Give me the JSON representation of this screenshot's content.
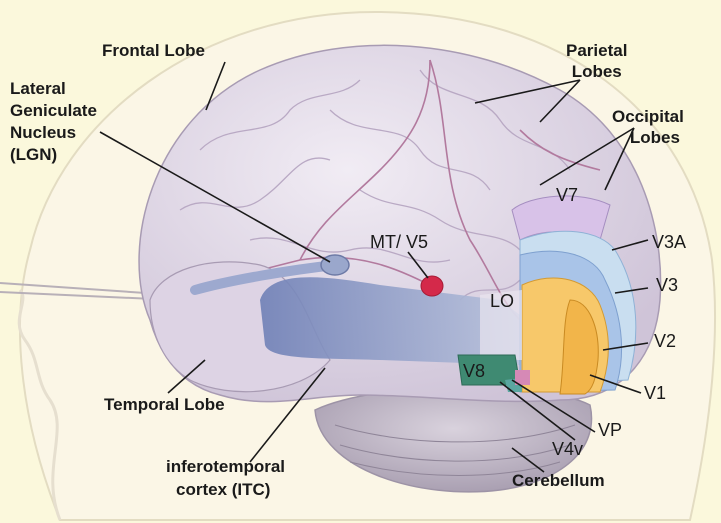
{
  "labels": {
    "frontal_lobe": "Frontal Lobe",
    "lgn_line1": "Lateral",
    "lgn_line2": "Geniculate",
    "lgn_line3": "Nucleus",
    "lgn_line4": "(LGN)",
    "parietal_line1": "Parietal",
    "parietal_line2": "Lobes",
    "occipital_line1": "Occipital",
    "occipital_line2": "Lobes",
    "mt_v5": "MT/ V5",
    "v7": "V7",
    "v3a": "V3A",
    "v3": "V3",
    "lo": "LO",
    "v2": "V2",
    "v8": "V8",
    "v1": "V1",
    "vp": "VP",
    "v4v": "V4v",
    "temporal_lobe": "Temporal Lobe",
    "itc_line1": "inferotemporal",
    "itc_line2": "cortex (ITC)",
    "cerebellum": "Cerebellum"
  },
  "colors": {
    "background": "#fbf8dc",
    "brain": "#e4dcea",
    "v1": "#f2b54a",
    "v2": "#f7c86a",
    "v3": "#a9c4e8",
    "v3a": "#c9def0",
    "v7": "#d8c2e8",
    "v8": "#3f8a72",
    "mt": "#d4294a",
    "optic_radiation": "#7f8fc0"
  }
}
